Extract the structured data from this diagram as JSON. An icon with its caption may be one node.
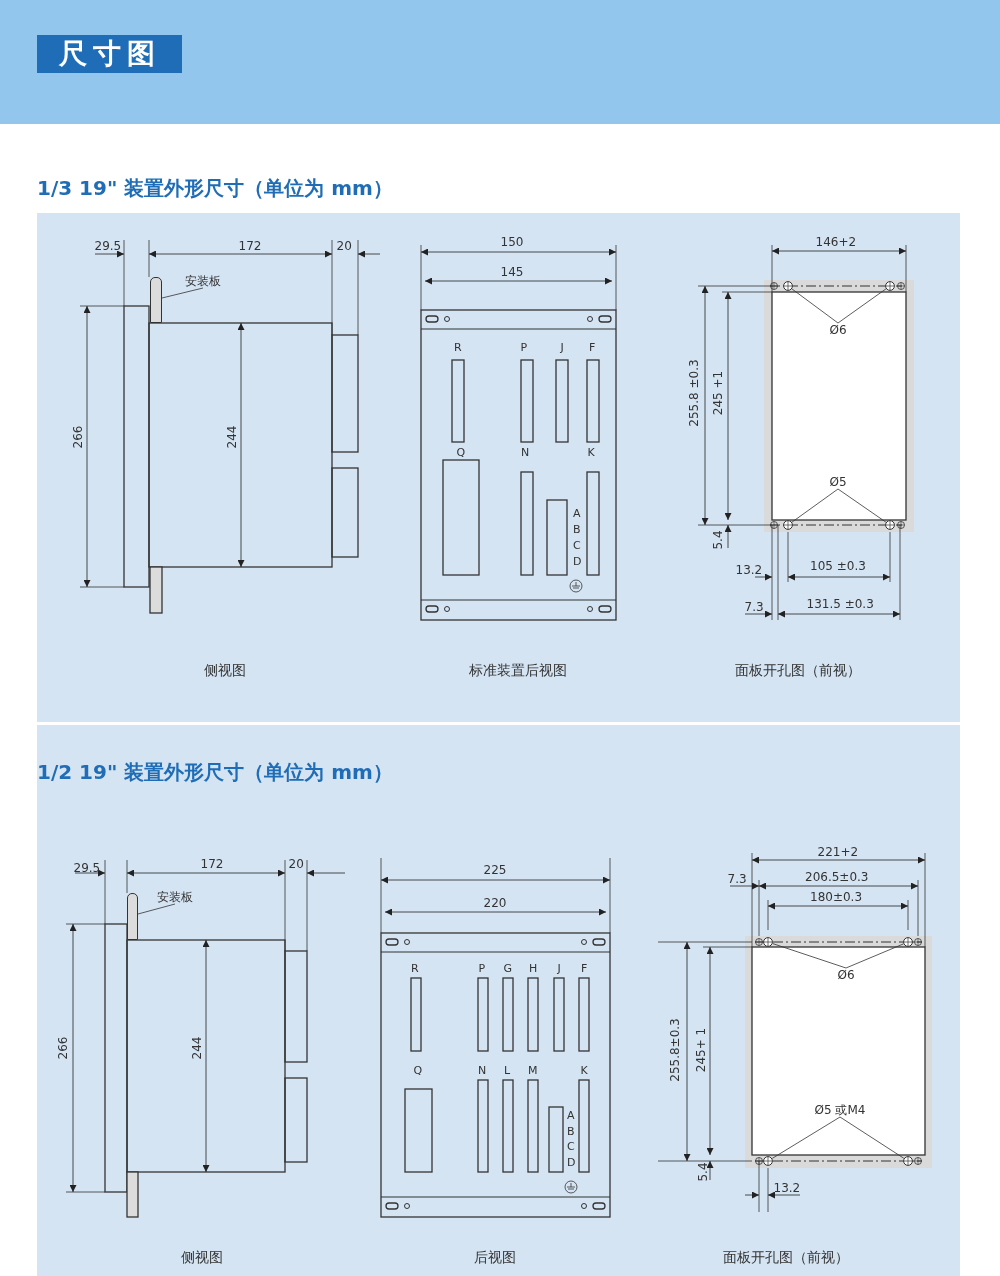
{
  "diagram": {
    "title": "尺寸图",
    "nodes": [
      {
        "text": [
          "安装板"
        ]
      },
      {
        "text": [],
        "shape": "bar"
      },
      {
        "text": [
          "Ø6"
        ]
      },
      {
        "text": [],
        "shape": "circle"
      },
      {
        "text": [],
        "shape": "circle"
      },
      {
        "text": [
          "Ø5"
        ]
      },
      {
        "text": [],
        "shape": "circle"
      },
      {
        "text": [],
        "shape": "circle"
      },
      {
        "text": [
          "安装板"
        ]
      },
      {
        "text": [],
        "shape": "bar"
      },
      {
        "text": [
          "Ø6"
        ]
      },
      {
        "text": [],
        "shape": "circle"
      },
      {
        "text": [],
        "shape": "circle"
      },
      {
        "text": [
          "Ø5 或M4"
        ]
      },
      {
        "text": [],
        "shape": "circle"
      },
      {
        "text": [],
        "shape": "circle"
      }
    ],
    "edges": [
      {
        "from": 0,
        "to": 1,
        "arrow": "none"
      },
      {
        "from": 2,
        "to": 3,
        "arrow": "none"
      },
      {
        "from": 2,
        "to": 4,
        "arrow": "none"
      },
      {
        "from": 5,
        "to": 6,
        "arrow": "none"
      },
      {
        "from": 5,
        "to": 7,
        "arrow": "none"
      },
      {
        "from": 8,
        "to": 9,
        "arrow": "none"
      },
      {
        "from": 10,
        "to": 11,
        "arrow": "none"
      },
      {
        "from": 10,
        "to": 12,
        "arrow": "none"
      },
      {
        "from": 13,
        "to": 14,
        "arrow": "none"
      },
      {
        "from": 13,
        "to": 15,
        "arrow": "none"
      }
    ],
    "labels": [
      "1/3 19\" 装置外形尺寸（单位为 mm）",
      "29.5",
      "172",
      "20",
      "266",
      "244",
      "侧视图",
      "150",
      "145",
      "R",
      "P",
      "J",
      "F",
      "Q",
      "N",
      "K",
      "A",
      "B",
      "C",
      "D",
      "标准装置后视图",
      "146+2",
      "255.8 ±0.3",
      "245 +1",
      "5.4",
      "13.2",
      "105 ±0.3",
      "7.3",
      "131.5 ±0.3",
      "面板开孔图（前视）",
      "1/2 19\" 装置外形尺寸（单位为 mm）",
      "29.5",
      "172",
      "20",
      "266",
      "244",
      "侧视图",
      "225",
      "220",
      "R",
      "P",
      "G",
      "H",
      "J",
      "F",
      "Q",
      "N",
      "L",
      "M",
      "K",
      "A",
      "B",
      "C",
      "D",
      "后视图",
      "221+2",
      "7.3",
      "206.5±0.3",
      "180±0.3",
      "255.8±0.3",
      "245+ 1",
      "5.4",
      "13.2",
      "面板开孔图（前视）"
    ]
  }
}
